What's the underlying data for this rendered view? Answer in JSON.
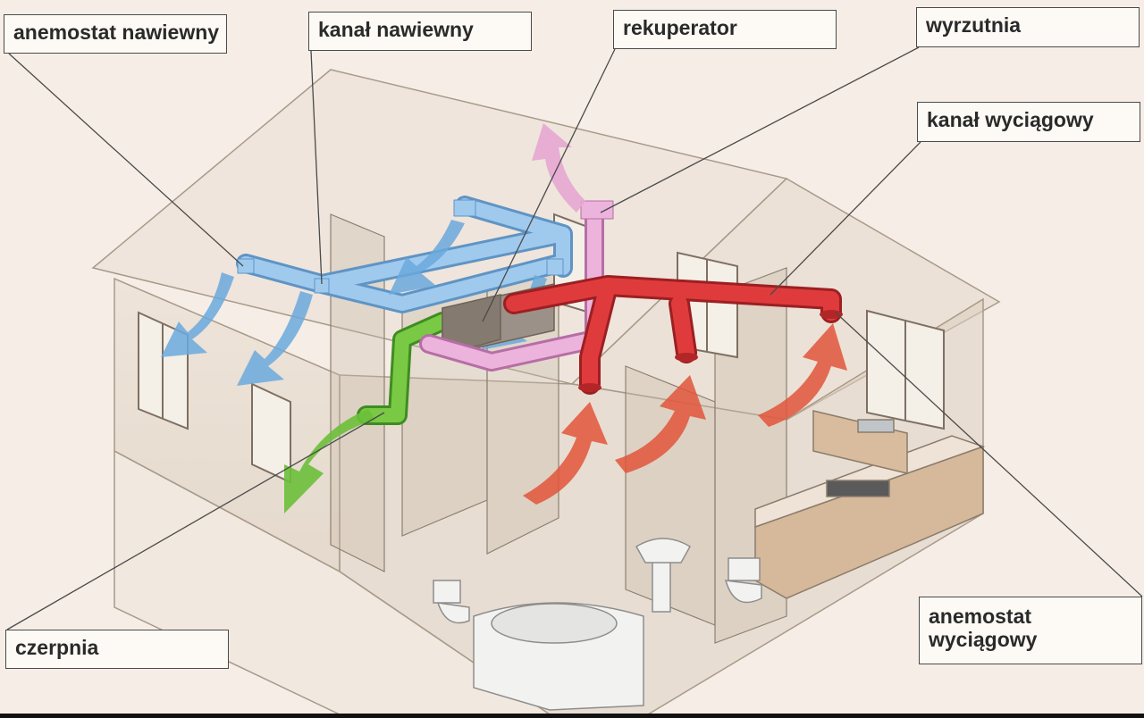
{
  "labels": {
    "anemostat_nawiewny": "anemostat nawiewny",
    "kanal_nawiewny": "kanał nawiewny",
    "rekuperator": "rekuperator",
    "wyrzutnia": "wyrzutnia",
    "kanal_wyciagowy": "kanał wyciągowy",
    "czerpnia": "czerpnia",
    "anemostat_wyciagowy_line1": "anemostat",
    "anemostat_wyciagowy_line2": "wyciągowy"
  },
  "colors": {
    "supply_duct": "#8fbfe6",
    "supply_arrow": "#6aa9dd",
    "exhaust_duct": "#d8363a",
    "exhaust_arrow": "#e2553b",
    "fresh_air_duct": "#6cbf3a",
    "outlet_duct": "#e6a6d2",
    "house_wall": "#d9cdbf",
    "background": "#f6eee6"
  }
}
